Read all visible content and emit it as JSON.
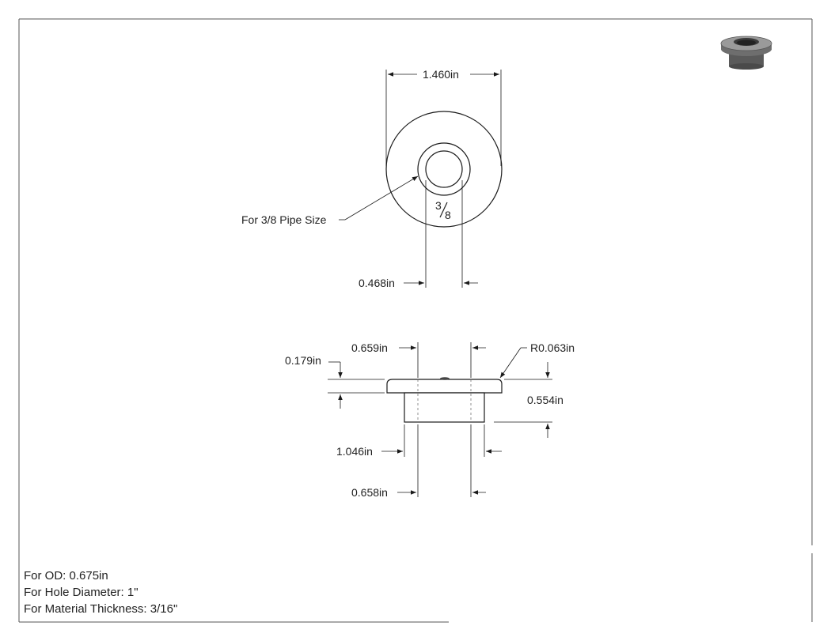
{
  "top_view": {
    "outer_diameter": "1.460in",
    "pipe_callout": "For 3/8 Pipe Size",
    "inner_diameter": "0.468in",
    "size_mark_num": "3",
    "size_mark_den": "8"
  },
  "side_view": {
    "flange_diameter": "0.659in",
    "flange_thickness": "0.179in",
    "fillet_radius": "R0.063in",
    "total_height": "0.554in",
    "body_diameter": "1.046in",
    "bore_diameter": "0.658in"
  },
  "notes": {
    "od": "For OD: 0.675in",
    "hole": "For Hole Diameter: 1\"",
    "thickness": "For Material Thickness: 3/16\""
  },
  "colors": {
    "line": "#1a1a1a",
    "part_fill": "#ffffff",
    "thumb_dark": "#4a4a4a",
    "thumb_mid": "#6e6e6e",
    "thumb_light": "#9a9a9a"
  }
}
